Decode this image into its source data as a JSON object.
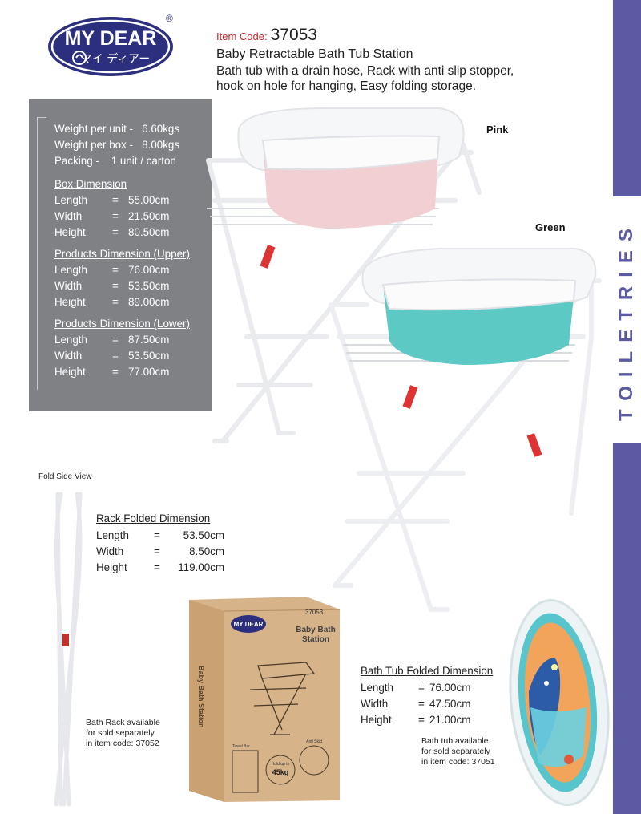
{
  "brand": {
    "name": "MY DEAR",
    "sub": "マイ ディアー",
    "reg": "®"
  },
  "header": {
    "code_label": "Item Code:",
    "code_value": "37053",
    "title": "Baby Retractable Bath Tub Station",
    "description": "Bath tub with a drain hose, Rack with anti slip stopper, hook on hole for hanging, Easy folding storage."
  },
  "side_band": {
    "label": "TOILETRIES"
  },
  "specs": {
    "weights": [
      {
        "label": "Weight per unit -",
        "value": "6.60kgs"
      },
      {
        "label": "Weight per box -",
        "value": "8.00kgs"
      },
      {
        "label": "Packing -",
        "value": "1 unit / carton"
      }
    ],
    "sections": [
      {
        "title": "Box Dimension",
        "rows": [
          {
            "k": "Length",
            "eq": "=",
            "v": "55.00cm"
          },
          {
            "k": "Width",
            "eq": "=",
            "v": "21.50cm"
          },
          {
            "k": "Height",
            "eq": "=",
            "v": "80.50cm"
          }
        ]
      },
      {
        "title": "Products Dimension (Upper)",
        "rows": [
          {
            "k": "Length",
            "eq": "=",
            "v": "76.00cm"
          },
          {
            "k": "Width",
            "eq": "=",
            "v": "53.50cm"
          },
          {
            "k": "Height",
            "eq": "=",
            "v": "89.00cm"
          }
        ]
      },
      {
        "title": "Products Dimension (Lower)",
        "rows": [
          {
            "k": "Length",
            "eq": "=",
            "v": "87.50cm"
          },
          {
            "k": "Width",
            "eq": "=",
            "v": "53.50cm"
          },
          {
            "k": "Height",
            "eq": "=",
            "v": "77.00cm"
          }
        ]
      }
    ]
  },
  "colors_tags": {
    "pink": "Pink",
    "green": "Green"
  },
  "fold": {
    "title": "Fold Side View"
  },
  "rack_folded": {
    "title": "Rack Folded Dimension",
    "rows": [
      {
        "k": "Length",
        "eq": "=",
        "v": "53.50cm"
      },
      {
        "k": "Width",
        "eq": "=",
        "v": "8.50cm"
      },
      {
        "k": "Height",
        "eq": "=",
        "v": "119.00cm"
      }
    ],
    "note": [
      "Bath Rack available",
      "for sold separately",
      "in item code: 37052"
    ]
  },
  "packaging": {
    "brand": "MY DEAR",
    "code": "37053",
    "name_line1": "Baby Bath",
    "name_line2": "Station",
    "side_text": "Baby Bath Station",
    "hold": "Hold up to",
    "weight": "45kg",
    "towel_bar": "Towel Bar",
    "anti_skid": "Anti Skid"
  },
  "tub_folded": {
    "title": "Bath Tub Folded Dimension",
    "rows": [
      {
        "k": "Length",
        "eq": "=",
        "v": "76.00cm"
      },
      {
        "k": "Width",
        "eq": "=",
        "v": "47.50cm"
      },
      {
        "k": "Height",
        "eq": "=",
        "v": "21.00cm"
      }
    ],
    "note": [
      "Bath tub available",
      "for sold separately",
      "in item code: 37051"
    ]
  },
  "palette": {
    "brand": "#2b2f7e",
    "accent": "#c8272d",
    "band": "#5b5aa3",
    "panel": "#808185"
  }
}
